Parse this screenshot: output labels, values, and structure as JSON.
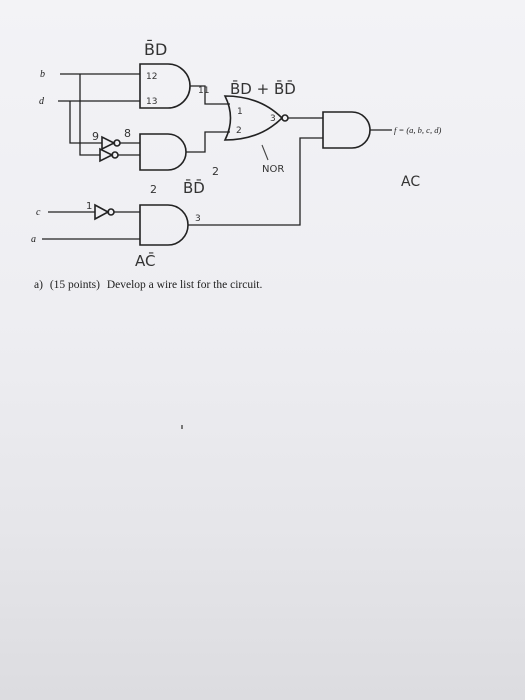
{
  "labels": {
    "gate1_output_annotation": "B̄D",
    "sum_annotation": "B̄D + B̄D̄",
    "gate2_output_annotation": "B̄D̄",
    "gate4_output_annotation": "AC̄",
    "nor_annotation": "NOR",
    "ac_annotation": "AC",
    "output_expression": "f = (a, b, c, d)"
  },
  "inputs": {
    "b": "b",
    "d": "d",
    "c": "c",
    "a": "a"
  },
  "pin_numbers": {
    "g1_in_top": "12",
    "g1_in_bottom": "13",
    "g1_out": "11",
    "nor_in_top": "1",
    "nor_in_bottom": "2",
    "nor_out": "3",
    "inv_d": "9",
    "inv_b": "8",
    "g2_out_label": "2",
    "inv_c": "1",
    "g4_out": "3",
    "nor_mid": "2"
  },
  "question": {
    "part": "a)",
    "points": "(15 points)",
    "text": "Develop a wire list for the circuit."
  }
}
